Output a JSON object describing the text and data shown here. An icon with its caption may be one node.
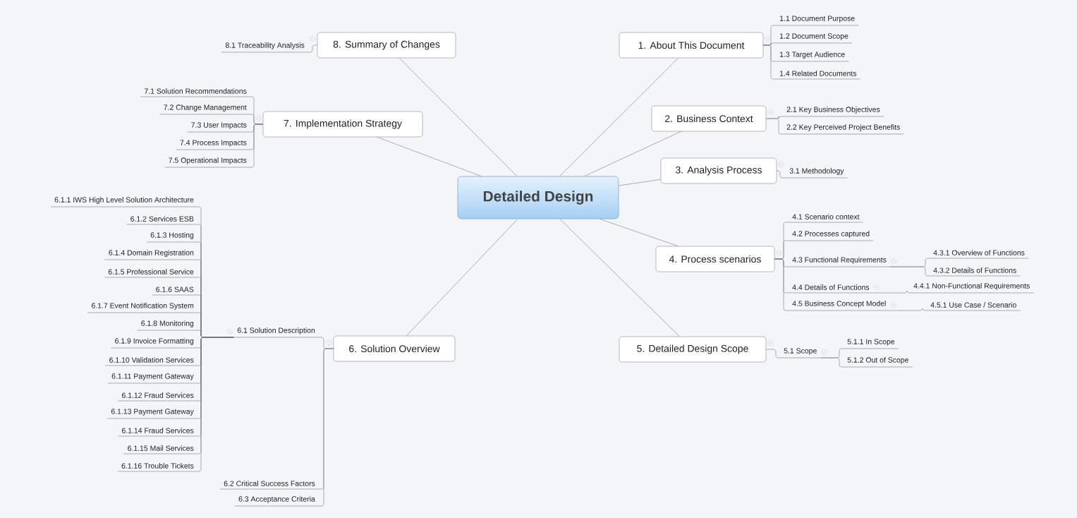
{
  "diagram": {
    "nodes": [
      {
        "text": [
          "Detailed Design"
        ]
      },
      {
        "text": [
          "1. About This Document"
        ]
      },
      {
        "text": [
          "1.1 Document Purpose"
        ]
      },
      {
        "text": [
          "1.2 Document Scope"
        ]
      },
      {
        "text": [
          "1.3 Target Audience"
        ]
      },
      {
        "text": [
          "1.4 Related Documents"
        ]
      },
      {
        "text": [
          "2. Business Context"
        ]
      },
      {
        "text": [
          "2.1 Key Business Objectives"
        ]
      },
      {
        "text": [
          "2.2 Key Perceived Project Benefits"
        ]
      },
      {
        "text": [
          "3. Analysis Process"
        ]
      },
      {
        "text": [
          "3.1 Methodology"
        ]
      },
      {
        "text": [
          "4. Process scenarios"
        ]
      },
      {
        "text": [
          "4.1 Scenario context"
        ]
      },
      {
        "text": [
          "4.2 Processes captured"
        ]
      },
      {
        "text": [
          "4.3 Functional Requirements"
        ]
      },
      {
        "text": [
          "4.3.1 Overview of Functions"
        ]
      },
      {
        "text": [
          "4.3.2 Details of Functions"
        ]
      },
      {
        "text": [
          "4.4 Details of Functions"
        ]
      },
      {
        "text": [
          "4.4.1 Non-Functional Requirements"
        ]
      },
      {
        "text": [
          "4.5 Business Concept Model"
        ]
      },
      {
        "text": [
          "4.5.1 Use Case / Scenario"
        ]
      },
      {
        "text": [
          "5. Detailed Design Scope"
        ]
      },
      {
        "text": [
          "5.1 Scope"
        ]
      },
      {
        "text": [
          "5.1.1 In Scope"
        ]
      },
      {
        "text": [
          "5.1.2 Out of Scope"
        ]
      },
      {
        "text": [
          "6. Solution Overview"
        ]
      },
      {
        "text": [
          "6.1 Solution Description"
        ]
      },
      {
        "text": [
          "6.1.1 IWS High Level Solution Architecture"
        ]
      },
      {
        "text": [
          "6.1.2 Services ESB"
        ]
      },
      {
        "text": [
          "6.1.3 Hosting"
        ]
      },
      {
        "text": [
          "6.1.4 Domain Registration"
        ]
      },
      {
        "text": [
          "6.1.5 Professional Service"
        ]
      },
      {
        "text": [
          "6.1.6 SAAS"
        ]
      },
      {
        "text": [
          "6.1.7 Event Notification System"
        ]
      },
      {
        "text": [
          "6.1.8 Monitoring"
        ]
      },
      {
        "text": [
          "6.1.9 Invoice Formatting"
        ]
      },
      {
        "text": [
          "6.1.10 Validation Services"
        ]
      },
      {
        "text": [
          "6.1.11 Payment Gateway"
        ]
      },
      {
        "text": [
          "6.1.12 Fraud Services"
        ]
      },
      {
        "text": [
          "6.1.13 Payment Gateway"
        ]
      },
      {
        "text": [
          "6.1.14 Fraud Services"
        ]
      },
      {
        "text": [
          "6.1.15 Mail Services"
        ]
      },
      {
        "text": [
          "6.1.16 Trouble Tickets"
        ]
      },
      {
        "text": [
          "6.2 Critical Success Factors"
        ]
      },
      {
        "text": [
          "6.3 Acceptance Criteria"
        ]
      },
      {
        "text": [
          "7. Implementation Strategy"
        ]
      },
      {
        "text": [
          "7.1 Solution Recommendations"
        ]
      },
      {
        "text": [
          "7.2 Change Management"
        ]
      },
      {
        "text": [
          "7.3 User Impacts"
        ]
      },
      {
        "text": [
          "7.4 Process Impacts"
        ]
      },
      {
        "text": [
          "7.5 Operational Impacts"
        ]
      },
      {
        "text": [
          "8. Summary of Changes"
        ]
      },
      {
        "text": [
          "8.1 Traceability Analysis"
        ]
      }
    ],
    "edges": [
      {
        "from": 0,
        "to": 1,
        "arrow": "none"
      },
      {
        "from": 1,
        "to": 2,
        "arrow": "none"
      },
      {
        "from": 1,
        "to": 3,
        "arrow": "none"
      },
      {
        "from": 1,
        "to": 4,
        "arrow": "none"
      },
      {
        "from": 1,
        "to": 5,
        "arrow": "none"
      },
      {
        "from": 0,
        "to": 6,
        "arrow": "none"
      },
      {
        "from": 6,
        "to": 7,
        "arrow": "none"
      },
      {
        "from": 6,
        "to": 8,
        "arrow": "none"
      },
      {
        "from": 0,
        "to": 9,
        "arrow": "none"
      },
      {
        "from": 9,
        "to": 10,
        "arrow": "none"
      },
      {
        "from": 0,
        "to": 11,
        "arrow": "none"
      },
      {
        "from": 11,
        "to": 12,
        "arrow": "none"
      },
      {
        "from": 11,
        "to": 13,
        "arrow": "none"
      },
      {
        "from": 11,
        "to": 14,
        "arrow": "none"
      },
      {
        "from": 14,
        "to": 15,
        "arrow": "none"
      },
      {
        "from": 14,
        "to": 16,
        "arrow": "none"
      },
      {
        "from": 11,
        "to": 17,
        "arrow": "none"
      },
      {
        "from": 17,
        "to": 18,
        "arrow": "none"
      },
      {
        "from": 11,
        "to": 19,
        "arrow": "none"
      },
      {
        "from": 19,
        "to": 20,
        "arrow": "none"
      },
      {
        "from": 0,
        "to": 21,
        "arrow": "none"
      },
      {
        "from": 21,
        "to": 22,
        "arrow": "none"
      },
      {
        "from": 22,
        "to": 23,
        "arrow": "none"
      },
      {
        "from": 22,
        "to": 24,
        "arrow": "none"
      },
      {
        "from": 0,
        "to": 25,
        "arrow": "none"
      },
      {
        "from": 25,
        "to": 26,
        "arrow": "none"
      },
      {
        "from": 26,
        "to": 27,
        "arrow": "none"
      },
      {
        "from": 26,
        "to": 28,
        "arrow": "none"
      },
      {
        "from": 26,
        "to": 29,
        "arrow": "none"
      },
      {
        "from": 26,
        "to": 30,
        "arrow": "none"
      },
      {
        "from": 26,
        "to": 31,
        "arrow": "none"
      },
      {
        "from": 26,
        "to": 32,
        "arrow": "none"
      },
      {
        "from": 26,
        "to": 33,
        "arrow": "none"
      },
      {
        "from": 26,
        "to": 34,
        "arrow": "none"
      },
      {
        "from": 26,
        "to": 35,
        "arrow": "none"
      },
      {
        "from": 26,
        "to": 36,
        "arrow": "none"
      },
      {
        "from": 26,
        "to": 37,
        "arrow": "none"
      },
      {
        "from": 26,
        "to": 38,
        "arrow": "none"
      },
      {
        "from": 26,
        "to": 39,
        "arrow": "none"
      },
      {
        "from": 26,
        "to": 40,
        "arrow": "none"
      },
      {
        "from": 26,
        "to": 41,
        "arrow": "none"
      },
      {
        "from": 26,
        "to": 42,
        "arrow": "none"
      },
      {
        "from": 25,
        "to": 43,
        "arrow": "none"
      },
      {
        "from": 25,
        "to": 44,
        "arrow": "none"
      },
      {
        "from": 0,
        "to": 45,
        "arrow": "none"
      },
      {
        "from": 45,
        "to": 46,
        "arrow": "none"
      },
      {
        "from": 45,
        "to": 47,
        "arrow": "none"
      },
      {
        "from": 45,
        "to": 48,
        "arrow": "none"
      },
      {
        "from": 45,
        "to": 49,
        "arrow": "none"
      },
      {
        "from": 45,
        "to": 50,
        "arrow": "none"
      },
      {
        "from": 0,
        "to": 51,
        "arrow": "none"
      },
      {
        "from": 51,
        "to": 52,
        "arrow": "none"
      }
    ]
  }
}
